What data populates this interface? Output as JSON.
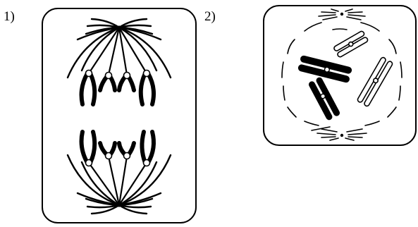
{
  "figures": [
    {
      "label": "1)"
    },
    {
      "label": "2)"
    }
  ],
  "colors": {
    "ink": "#000000",
    "background": "#ffffff"
  },
  "icons": {
    "figure_1": "anaphase-cell-diagram",
    "figure_2": "prometaphase-cell-diagram"
  }
}
